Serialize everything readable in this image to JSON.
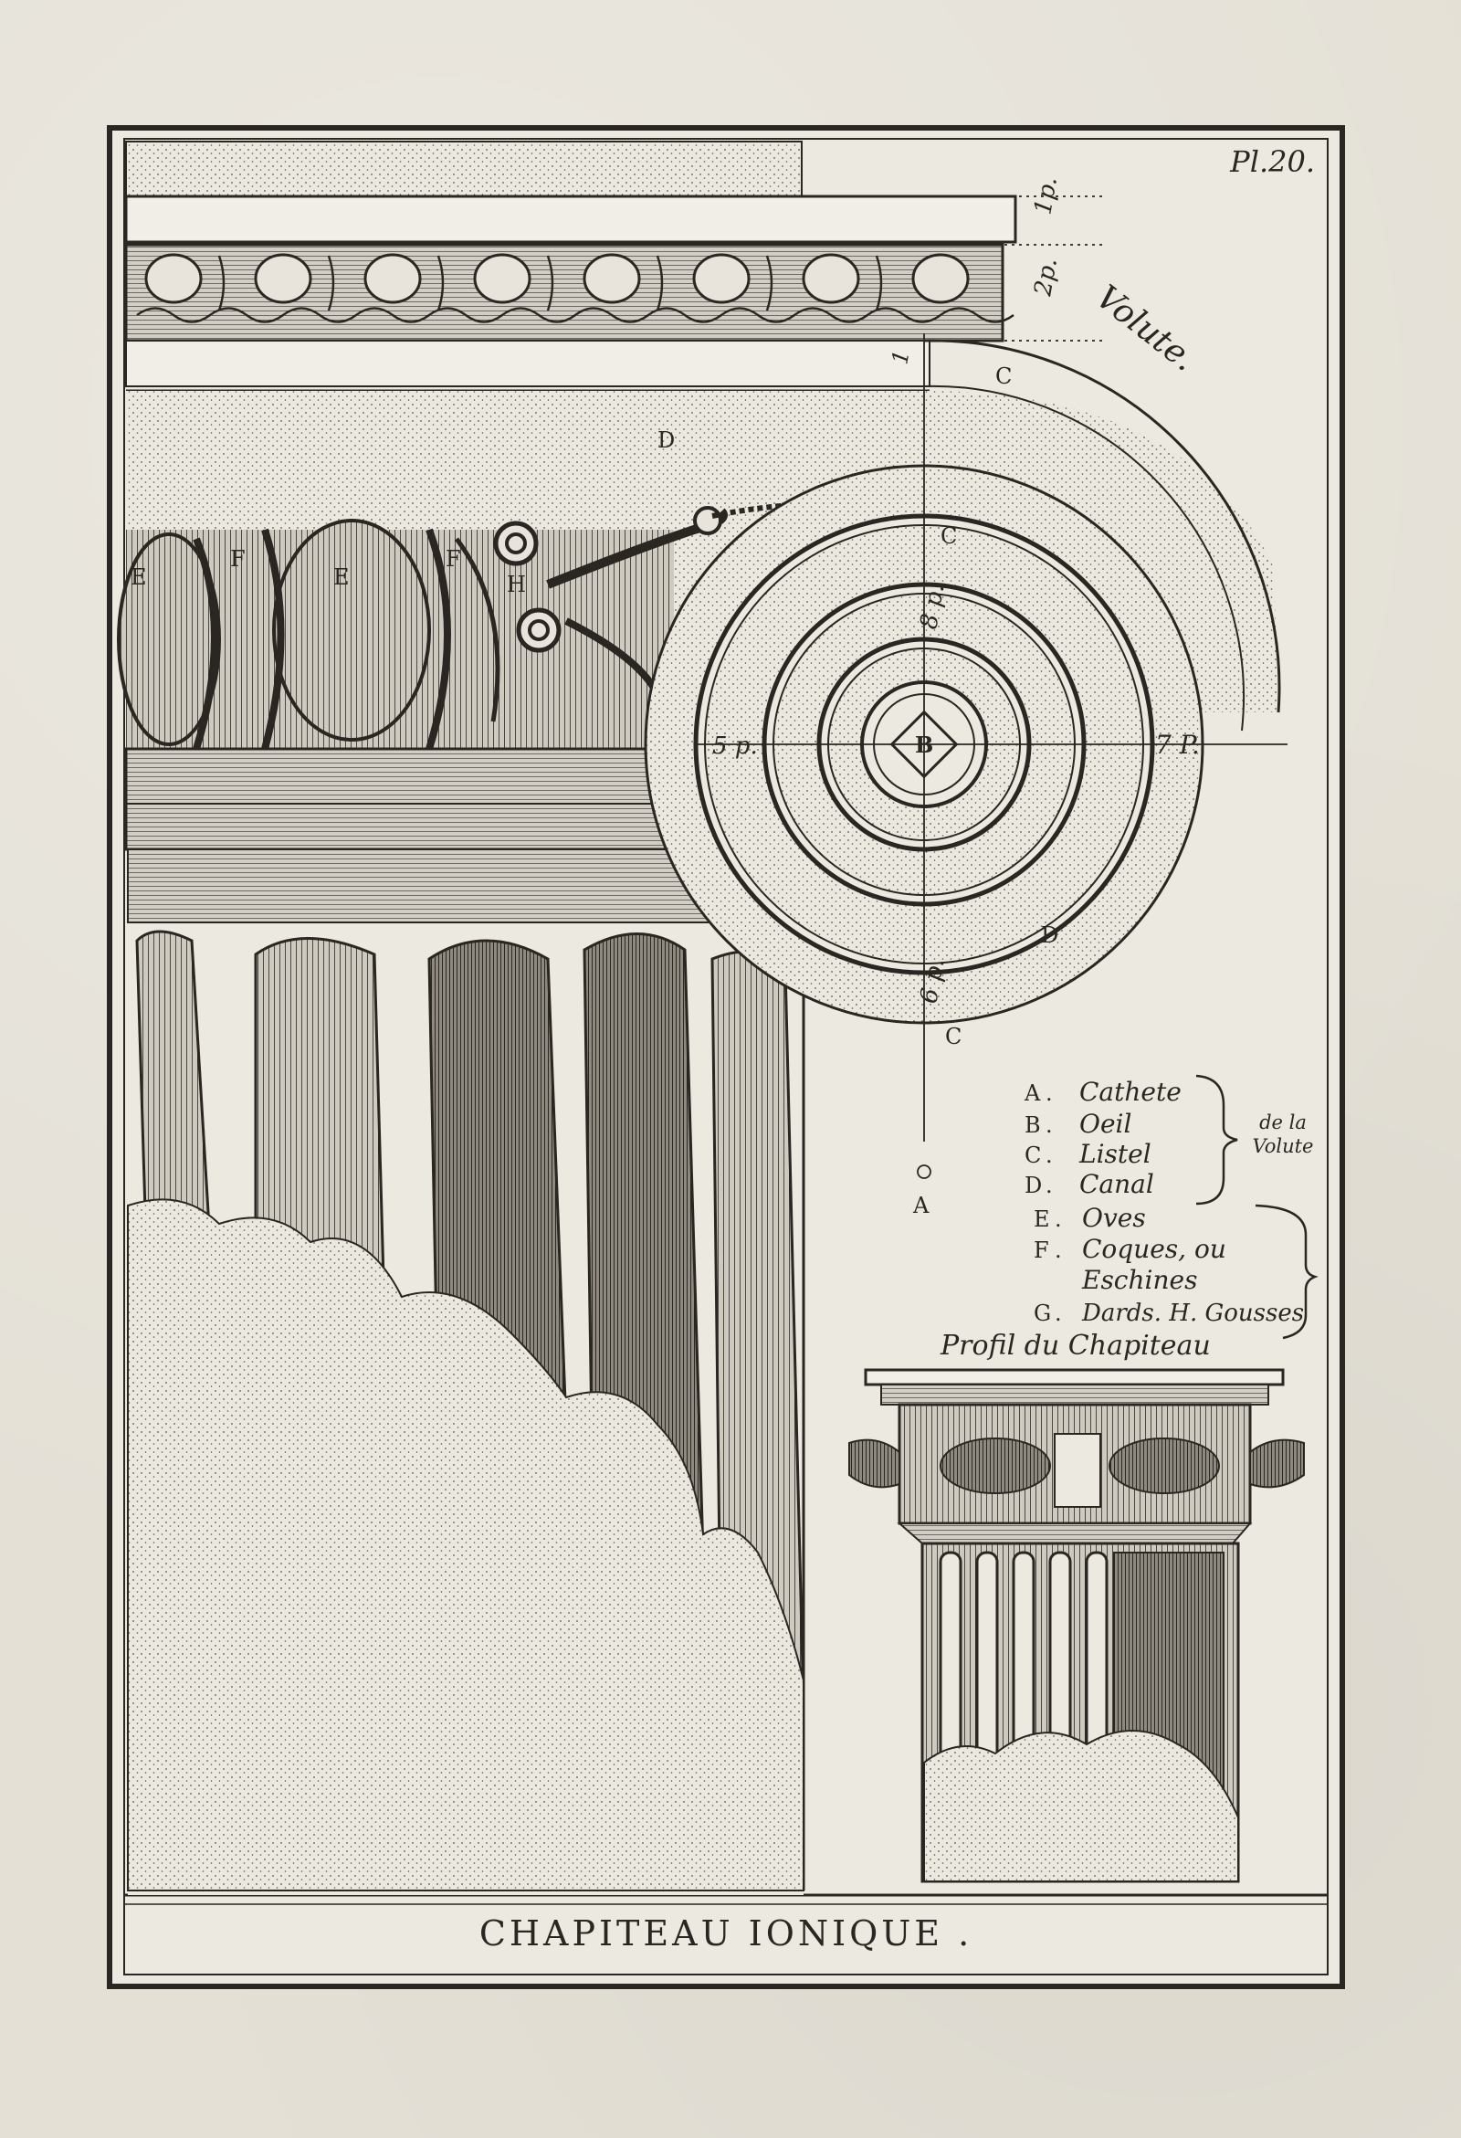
{
  "plate_number": "Pl.20.",
  "title": "CHAPITEAU IONIQUE .",
  "subtitle": "Profil du Chapiteau",
  "volute_label": "Volute.",
  "dimension_labels": {
    "top_a": "1p.",
    "top_b": "2p.",
    "top_c": "1",
    "left": "5 p.",
    "right": "7 P.",
    "upper": "8 p.",
    "lower": "6 p."
  },
  "diagram_letters": {
    "b": "B",
    "c1": "C",
    "c2": "C",
    "c3": "C",
    "d1": "D",
    "d2": "D",
    "e1": "E",
    "e2": "E",
    "f1": "F",
    "f2": "F",
    "h": "H",
    "a": "A"
  },
  "legend": {
    "items": [
      {
        "letter": "A",
        "sep": ".",
        "name": "Cathete"
      },
      {
        "letter": "B",
        "sep": ".",
        "name": "Oeil"
      },
      {
        "letter": "C",
        "sep": ".",
        "name": "Listel"
      },
      {
        "letter": "D",
        "sep": ".",
        "name": "Canal"
      },
      {
        "letter": "E",
        "sep": ".",
        "name": "Oves"
      },
      {
        "letter": "F",
        "sep": ".",
        "name": "Coques, ou"
      },
      {
        "letter": "",
        "sep": "",
        "name": "Eschines"
      },
      {
        "letter": "G",
        "sep": ".",
        "name": "Dards. H. Gousses"
      }
    ],
    "group_label_line1": "de la",
    "group_label_line2": "Volute"
  },
  "colors": {
    "ink": "#2a2622",
    "paper": "#e4e0d6",
    "plate": "#ece9e1"
  }
}
